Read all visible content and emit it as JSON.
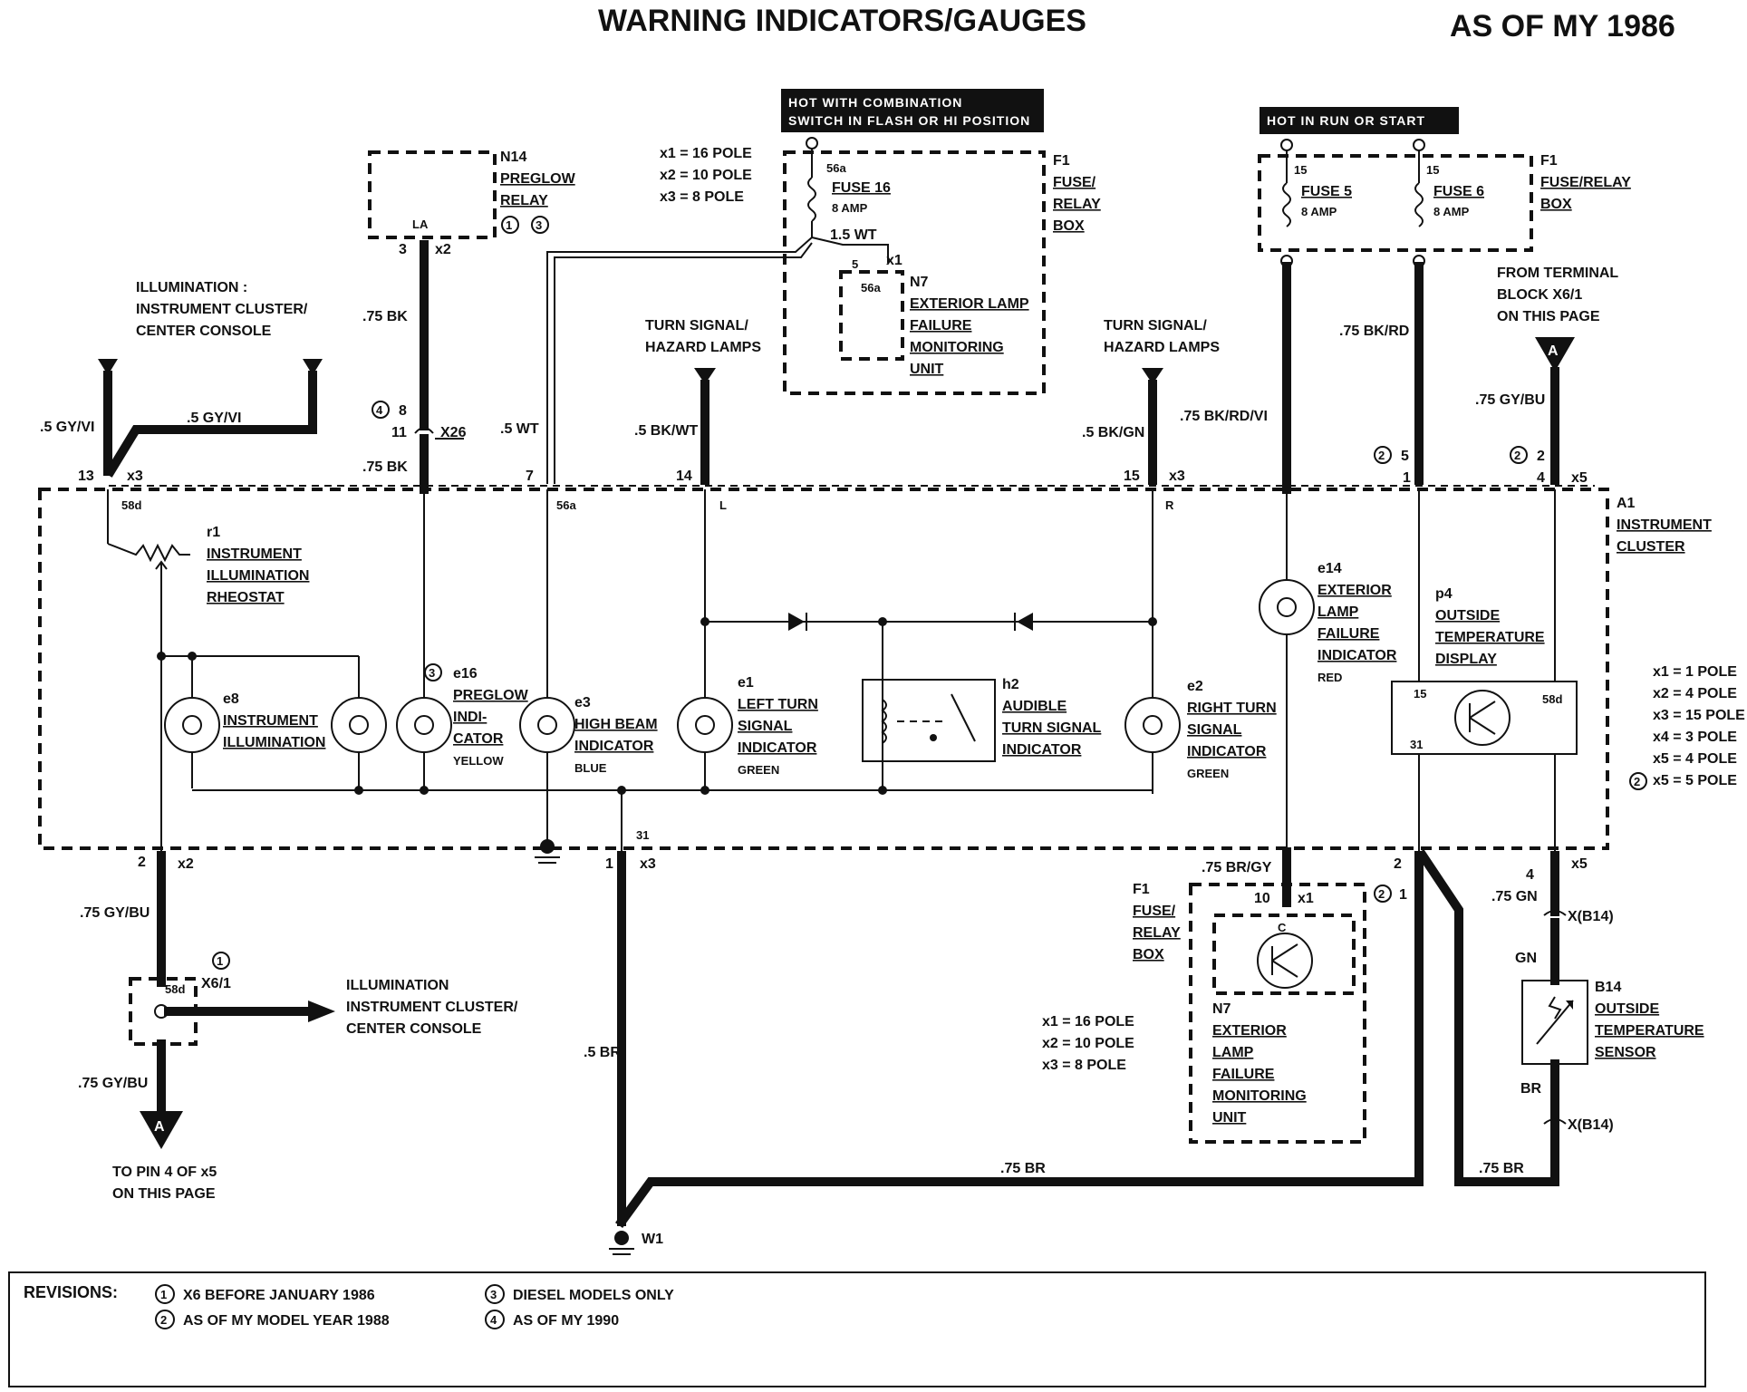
{
  "header": {
    "title": "WARNING INDICATORS/GAUGES",
    "as_of": "AS OF MY 1986"
  },
  "hot": {
    "combination": [
      "HOT WITH COMBINATION",
      "SWITCH IN FLASH OR HI POSITION"
    ],
    "run_start": "HOT IN RUN OR START"
  },
  "poles_top": [
    "x1 = 16 POLE",
    "x2 = 10 POLE",
    "x3 =  8 POLE"
  ],
  "poles_right": [
    "x1 = 1 POLE",
    "x2 = 4 POLE",
    "x3 = 15 POLE",
    "x4 = 3 POLE",
    "x5 = 4 POLE",
    "x5 = 5 POLE"
  ],
  "poles_bottom": [
    "x1 = 16 POLE",
    "x2 = 10 POLE",
    "x3 =  8 POLE"
  ],
  "components": {
    "n14": [
      "N14",
      "PREGLOW",
      "RELAY"
    ],
    "f1_top": [
      "F1",
      "FUSE/",
      "RELAY",
      "BOX"
    ],
    "fuse16": [
      "FUSE 16",
      "8 AMP"
    ],
    "n7_top": [
      "N7",
      "EXTERIOR LAMP",
      "FAILURE",
      "MONITORING",
      "UNIT"
    ],
    "fuse5": [
      "FUSE 5",
      "8 AMP"
    ],
    "fuse6": [
      "FUSE 6",
      "8 AMP"
    ],
    "f1_right": [
      "F1",
      "FUSE/RELAY",
      "BOX"
    ],
    "a1": [
      "A1",
      "INSTRUMENT",
      "CLUSTER"
    ],
    "r1": [
      "r1",
      "INSTRUMENT",
      "ILLUMINATION",
      "RHEOSTAT"
    ],
    "e8": [
      "e8",
      "INSTRUMENT",
      "ILLUMINATION"
    ],
    "e16": [
      "e16",
      "PREGLOW",
      "INDI-",
      "CATOR",
      "YELLOW"
    ],
    "e3": [
      "e3",
      "HIGH BEAM",
      "INDICATOR",
      "BLUE"
    ],
    "e1": [
      "e1",
      "LEFT TURN",
      "SIGNAL",
      "INDICATOR",
      "GREEN"
    ],
    "h2": [
      "h2",
      "AUDIBLE",
      "TURN SIGNAL",
      "INDICATOR"
    ],
    "e2": [
      "e2",
      "RIGHT TURN",
      "SIGNAL",
      "INDICATOR",
      "GREEN"
    ],
    "e14": [
      "e14",
      "EXTERIOR",
      "LAMP",
      "FAILURE",
      "INDICATOR",
      "RED"
    ],
    "p4": [
      "p4",
      "OUTSIDE",
      "TEMPERATURE",
      "DISPLAY"
    ],
    "f1_bottom": [
      "F1",
      "FUSE/",
      "RELAY",
      "BOX"
    ],
    "n7_bottom": [
      "N7",
      "EXTERIOR",
      "LAMP",
      "FAILURE",
      "MONITORING",
      "UNIT"
    ],
    "b14": [
      "B14",
      "OUTSIDE",
      "TEMPERATURE",
      "SENSOR"
    ]
  },
  "notes": {
    "illum_top": [
      "ILLUMINATION :",
      "INSTRUMENT CLUSTER/",
      "CENTER CONSOLE"
    ],
    "turn_left": [
      "TURN SIGNAL/",
      "HAZARD LAMPS"
    ],
    "turn_right": [
      "TURN SIGNAL/",
      "HAZARD LAMPS"
    ],
    "from_terminal": [
      "FROM TERMINAL",
      "BLOCK X6/1",
      "ON THIS PAGE"
    ],
    "illum_bottom": [
      "ILLUMINATION",
      "INSTRUMENT CLUSTER/",
      "CENTER CONSOLE"
    ],
    "to_pin": [
      "TO PIN 4 OF x5",
      "ON THIS PAGE"
    ]
  },
  "wires": {
    "gyvi_left": ".5 GY/VI",
    "gyvi_mid": ".5 GY/VI",
    "bk75_a": ".75 BK",
    "bk75_b": ".75 BK",
    "wt5": ".5 WT",
    "bkwt": ".5 BK/WT",
    "bkgn": ".5 BK/GN",
    "bkrdvi": ".75 BK/RD/VI",
    "bkrd": ".75 BK/RD",
    "gybu_top": ".75 GY/BU",
    "wt15": "1.5 WT",
    "gybu_b1": ".75 GY/BU",
    "gybu_b2": ".75 GY/BU",
    "br5": ".5 BR",
    "br75": ".75 BR",
    "br75_r": ".75 BR",
    "brgy": ".75 BR/GY",
    "gn75": ".75 GN",
    "gn": "GN",
    "br": "BR"
  },
  "connectors": {
    "x2": "x2",
    "x3": "x3",
    "x1": "x1",
    "x5": "x5",
    "x26": "X26",
    "x61": "X6/1",
    "xb14": "X(B14)",
    "w1": "W1",
    "la": "LA",
    "c56a": "56a",
    "c58d": "58d",
    "c31": "31",
    "c15": "15",
    "l": "L",
    "r": "R",
    "c": "C",
    "a": "A"
  },
  "pins": {
    "p13": "13",
    "p3": "3",
    "p8": "8",
    "p11": "11",
    "p7": "7",
    "p14": "14",
    "p15": "15",
    "p5": "5",
    "p2": "2",
    "p1": "1",
    "p4": "4",
    "p10": "10",
    "p5b": "5"
  },
  "revision_marks": [
    "1",
    "2",
    "3",
    "4"
  ],
  "revisions": {
    "label": "REVISIONS:",
    "items": [
      {
        "mark": "1",
        "text": "X6 BEFORE JANUARY 1986"
      },
      {
        "mark": "2",
        "text": "AS OF MY MODEL YEAR 1988"
      },
      {
        "mark": "3",
        "text": "DIESEL MODELS ONLY"
      },
      {
        "mark": "4",
        "text": "AS OF MY 1990"
      }
    ]
  }
}
